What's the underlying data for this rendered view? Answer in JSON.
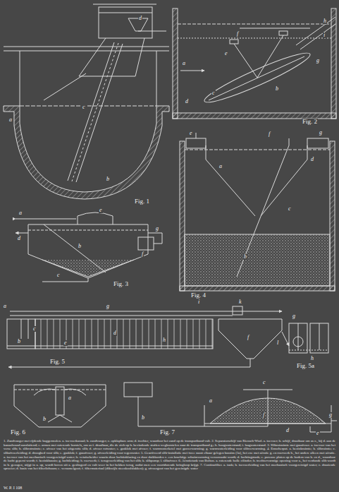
{
  "diagram": {
    "caption": "1. Zandvanger met rijdende baggermolen. a. toevoerkanaal; b. zandvanger; c. opklapbare arm; d. trechter, waardoor het zand op de transportband valt. 2. Separatorschijf van Riensch-Wurl. a. toevoer; b. schijf, draaibaar om as c., bij d. aan de kanaalwand aansluitend; e. armen met roterende borstels, om as f. draaibaar, die de zich op b. bevindende stoffen wegborstelen naar de transportband g.; h. hoogwaterstand; i. laagwaterstand. 3. Slibrotruimte met gasafvoer. a. toevoer van het verse slib; b. slibrotruimte; c. afvoer van het uitgerotte slib; d. afvoer rotwater; e. gasklok met afvoer; f. warmwaterketel met gasverwarming; g. warmwaterleiding voor slibverwarming. 4. Emscherput. a. bezinkruimte; b. slibruimte; c. slibafvoerleiding; d. droogbed voor slib; e. gasklok; f. gasafvoer; g. afvoerleiding voor regenwater. 5. Geactiveerd slib-installatie met twee naast elkaar gelegen bassins (5a), het ene met aëratie g. en roerwerk h., het andere alleen met aëratie. a. toevoer van het mechanisch voorgereinigd water; b. vetafscheider waarin door luchtinblazing en door duikborden c. een krachtige schuimvorming veroorzaakt wordt; d. luchtingstank; e. poreuze platen op de bodem van b. en d., waardoor de lucht geperst wordt; f. bezinkbassin; g. luchtleiding; h. roerwerk; i. terugvoerleiding van het slib; k. slibpomp; l. slibafvoer. 6. Aëratietank van Bolton. a. roterende holle cilinder; b. trechtervormige opening voor a., het verdunde slib wordt in b. gezogen, stijgt in a. op, wordt boven uit a. geslingerd en valt weer in het bekken terug, zodat men een voortdurende kringloop krijgt. 7. Continufilter. a. tank; b. toevoerleiding van het mechanisch voorgereinigd water; c. draaiende sproeier; d. basis van het filterlichaam; e. verzamelgoot; f. filtermateriaal (dikwijls steenkoolslakken); g. afvoergoot van het gereinigde water",
    "labels": [
      "d",
      "c",
      "a",
      "b",
      "Fig. 1",
      "a",
      "h",
      "i",
      "f",
      "e",
      "b",
      "c",
      "d",
      "g",
      "Fig. 2",
      "a",
      "e",
      "d",
      "f",
      "g",
      "b",
      "c",
      "Fig. 3",
      "e",
      "f",
      "g",
      "a",
      "d",
      "c",
      "b",
      "Fig. 4",
      "a",
      "c",
      "b",
      "e",
      "g",
      "d",
      "h",
      "i",
      "k",
      "l",
      "f",
      "Fig. 5",
      "g",
      "h",
      "Fig. 5a",
      "a",
      "b",
      "Fig. 6",
      "b",
      "c",
      "a",
      "f",
      "d",
      "e",
      "g",
      "Fig. 7",
      "W. P. I 108"
    ]
  }
}
